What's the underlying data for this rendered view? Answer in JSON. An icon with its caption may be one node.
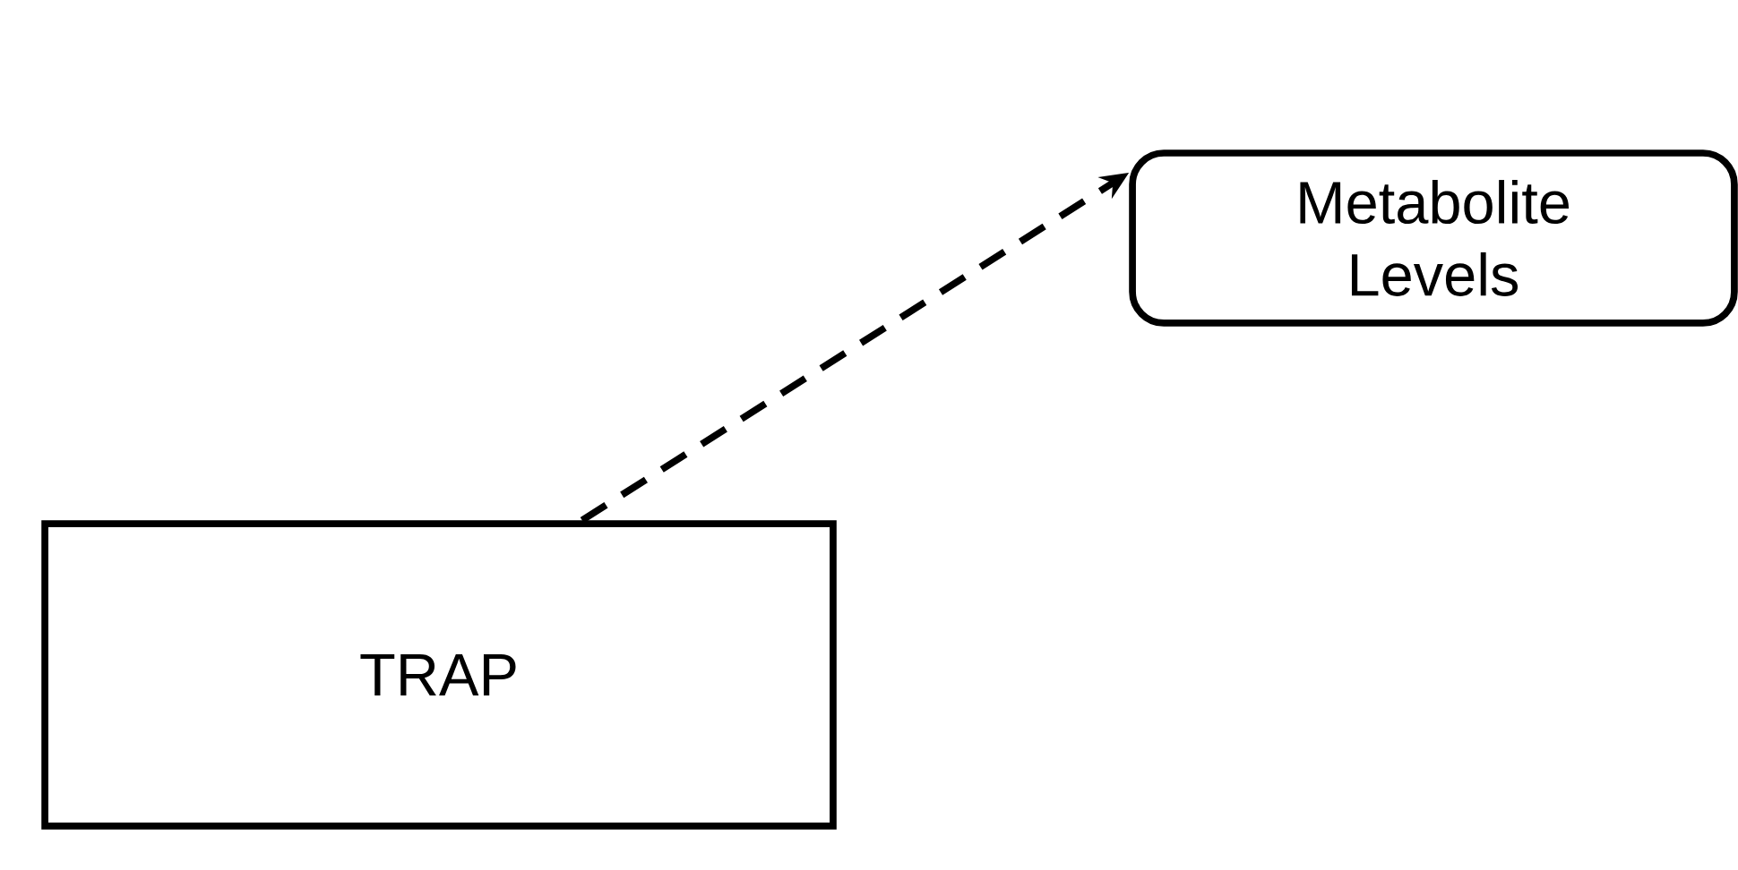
{
  "diagram": {
    "nodes": [
      {
        "text": [
          "TRAP"
        ]
      },
      {
        "text": [
          "Metabolite Levels"
        ]
      }
    ],
    "edges": [
      {
        "from": 0,
        "to": 1,
        "arrow": "to",
        "style": "dashed"
      }
    ]
  }
}
